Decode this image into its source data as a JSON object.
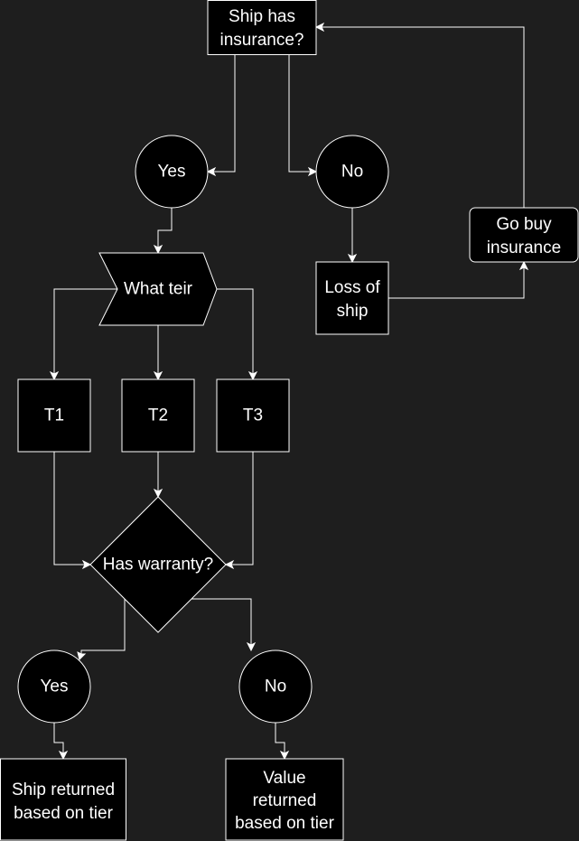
{
  "colors": {
    "background": "#1e1e1e",
    "node_fill": "#000000",
    "stroke": "#ffffff",
    "text": "#ffffff"
  },
  "diagram": {
    "nodes": {
      "ship_has_insurance": [
        "Ship has",
        "insurance?"
      ],
      "insurance_yes": "Yes",
      "insurance_no": "No",
      "what_tier": "What teir",
      "loss_of_ship": [
        "Loss of",
        "ship"
      ],
      "go_buy_insurance": [
        "Go buy",
        "insurance"
      ],
      "tier_1": "T1",
      "tier_2": "T2",
      "tier_3": "T3",
      "has_warranty": "Has warranty?",
      "warranty_yes": "Yes",
      "warranty_no": "No",
      "ship_returned": [
        "Ship returned",
        "based on tier"
      ],
      "value_returned": [
        "Value",
        "returned",
        "based on tier"
      ]
    }
  }
}
